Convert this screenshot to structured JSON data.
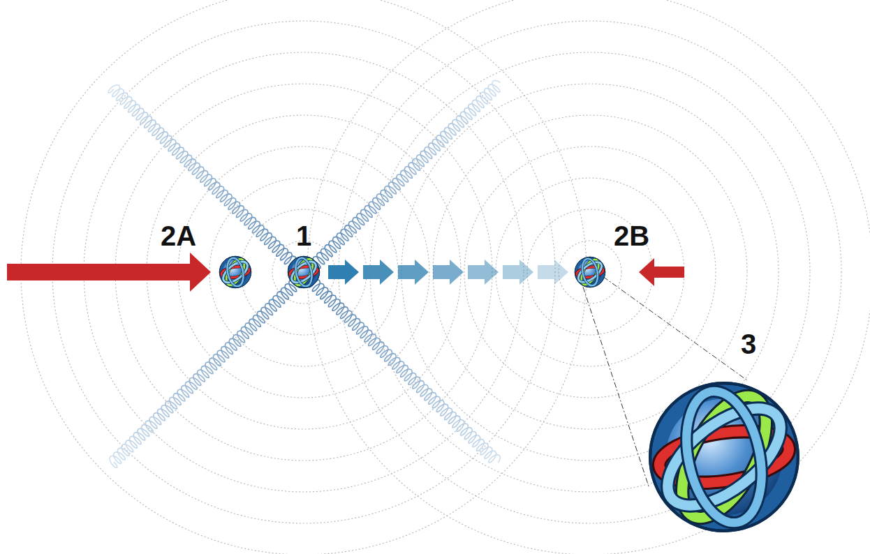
{
  "diagram": {
    "labels": [
      "2A",
      "1",
      "2B",
      "3"
    ]
  }
}
